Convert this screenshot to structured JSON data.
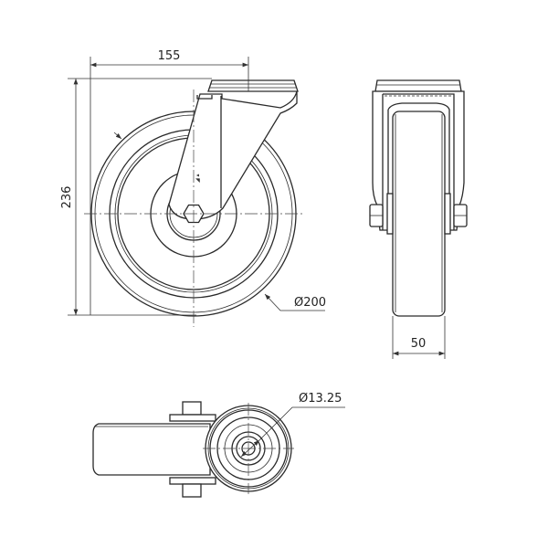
{
  "drawing": {
    "front_view": {
      "width_dimension": "155",
      "height_dimension": "236",
      "wheel_diameter": "Ø200"
    },
    "side_view": {
      "wheel_width_dimension": "50"
    },
    "bottom_view": {
      "bore_diameter": "Ø13.25"
    },
    "line_color": "#2a2a2a"
  }
}
